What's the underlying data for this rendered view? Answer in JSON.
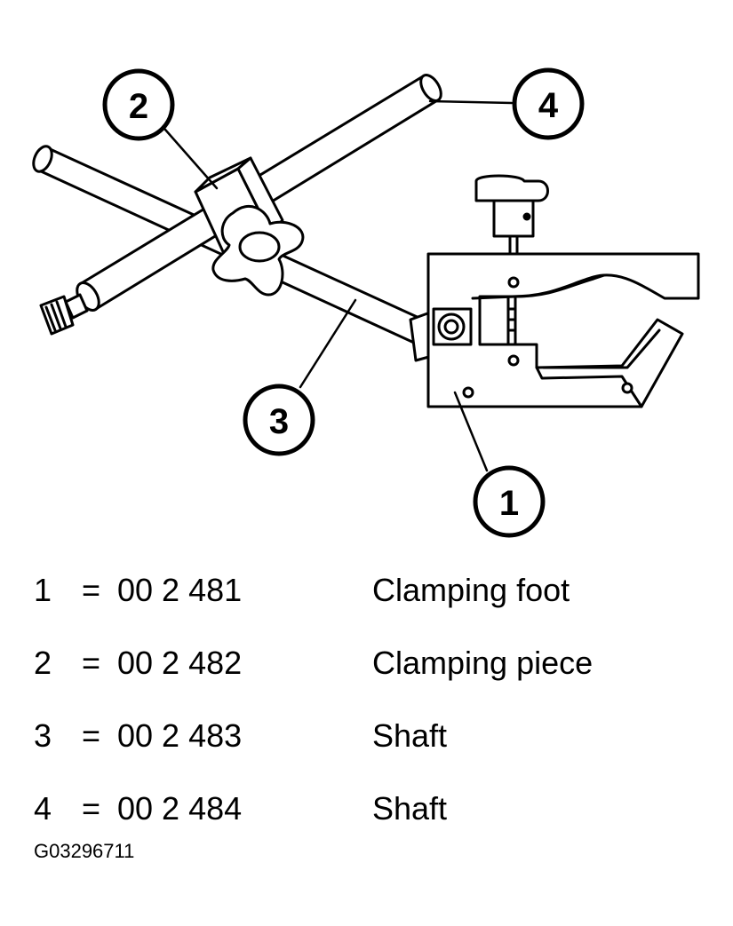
{
  "callouts": [
    "1",
    "2",
    "3",
    "4"
  ],
  "legend": {
    "rows": [
      {
        "num": "1",
        "eq": "=",
        "part": "00 2 481",
        "desc": "Clamping foot"
      },
      {
        "num": "2",
        "eq": "=",
        "part": "00 2 482",
        "desc": "Clamping piece"
      },
      {
        "num": "3",
        "eq": "=",
        "part": "00 2 483",
        "desc": "Shaft"
      },
      {
        "num": "4",
        "eq": "=",
        "part": "00 2 484",
        "desc": "Shaft"
      }
    ]
  },
  "figure_id": "G03296711"
}
